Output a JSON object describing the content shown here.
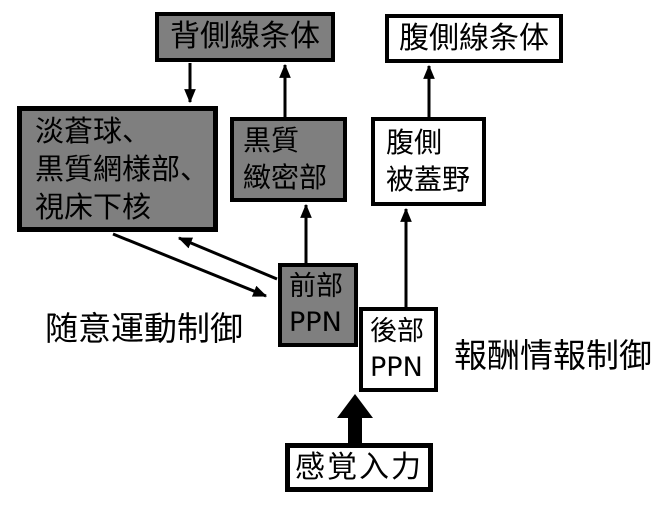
{
  "diagram": {
    "description": "PPN basal-ganglia pathway diagram",
    "colors": {
      "background": "#ffffff",
      "box_gray_fill": "#7f7f7f",
      "box_white_fill": "#ffffff",
      "border": "#000000",
      "text": "#000000",
      "arrow": "#000000"
    },
    "boxes": [
      {
        "id": "dorsal-striatum",
        "fill": "gray",
        "lines": [
          "背側線条体"
        ]
      },
      {
        "id": "ventral-striatum",
        "fill": "white",
        "lines": [
          "腹側線条体"
        ]
      },
      {
        "id": "bg-output-nuclei",
        "fill": "gray",
        "lines": [
          "淡蒼球、",
          "黒質網様部、",
          "視床下核"
        ]
      },
      {
        "id": "snc",
        "fill": "gray",
        "lines": [
          "黒質",
          "緻密部"
        ]
      },
      {
        "id": "vta",
        "fill": "white",
        "lines": [
          "腹側",
          "被蓋野"
        ]
      },
      {
        "id": "anterior-ppn",
        "fill": "gray",
        "lines": [
          "前部",
          "PPN"
        ]
      },
      {
        "id": "posterior-ppn",
        "fill": "white",
        "lines": [
          "後部",
          "PPN"
        ]
      },
      {
        "id": "sensory-input",
        "fill": "white",
        "lines": [
          "感覚入力"
        ]
      }
    ],
    "labels": [
      {
        "id": "voluntary-motor-control",
        "text": "随意運動制御"
      },
      {
        "id": "reward-information-control",
        "text": "報酬情報制御"
      }
    ],
    "arrows": [
      {
        "from": "背側線条体",
        "to": "淡蒼球、黒質網様部、視床下核",
        "style": "thin"
      },
      {
        "from": "黒質緻密部",
        "to": "背側線条体",
        "style": "thin"
      },
      {
        "from": "腹側被蓋野",
        "to": "腹側線条体",
        "style": "thin"
      },
      {
        "from": "前部PPN",
        "to": "黒質緻密部",
        "style": "thin"
      },
      {
        "from": "後部PPN",
        "to": "腹側被蓋野",
        "style": "thin"
      },
      {
        "from": "淡蒼球、黒質網様部、視床下核",
        "to": "前部PPN",
        "style": "thin"
      },
      {
        "from": "前部PPN",
        "to": "淡蒼球、黒質網様部、視床下核",
        "style": "thin"
      },
      {
        "from": "感覚入力",
        "to": "後部PPN",
        "style": "thick-block"
      }
    ]
  }
}
